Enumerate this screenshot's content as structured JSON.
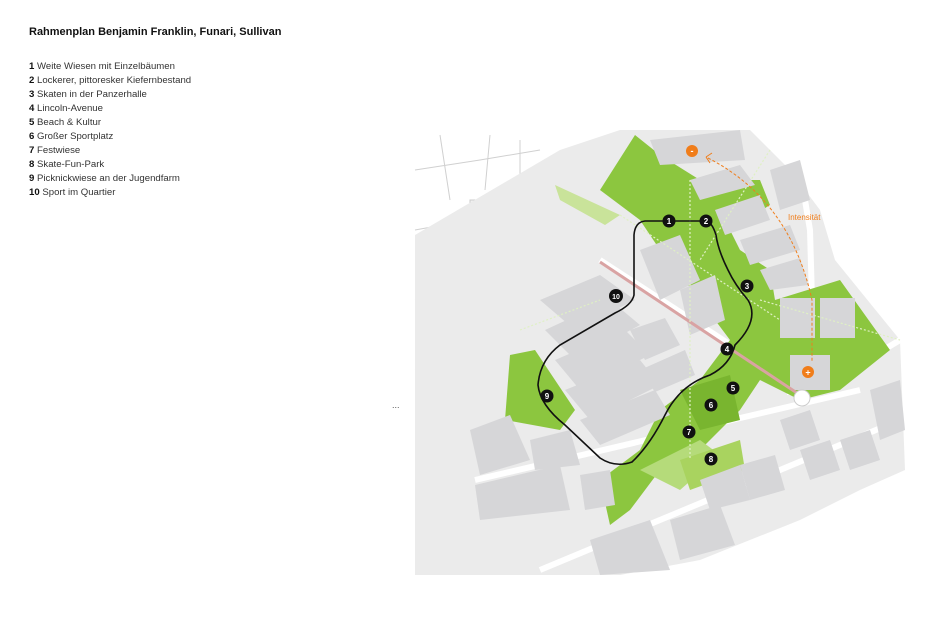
{
  "title": "Rahmenplan Benjamin Franklin, Funari, Sullivan",
  "legend": [
    {
      "num": "1",
      "label": "Weite Wiesen mit Einzelbäumen"
    },
    {
      "num": "2",
      "label": "Lockerer, pittoresker Kiefernbestand"
    },
    {
      "num": "3",
      "label": "Skaten in der Panzerhalle"
    },
    {
      "num": "4",
      "label": "Lincoln-Avenue"
    },
    {
      "num": "5",
      "label": "Beach & Kultur"
    },
    {
      "num": "6",
      "label": "Großer Sportplatz"
    },
    {
      "num": "7",
      "label": "Festwiese"
    },
    {
      "num": "8",
      "label": "Skate-Fun-Park"
    },
    {
      "num": "9",
      "label": "Picknickwiese an der Jugendfarm"
    },
    {
      "num": "10",
      "label": "Sport im Quartier"
    }
  ],
  "ellipsis": "...",
  "map": {
    "intensity_label": "Intensität",
    "minus_label": "-",
    "plus_label": "+",
    "colors": {
      "green": "#8cc63f",
      "light_green": "#b5db7a",
      "dark_green": "#79b52f",
      "building": "#d6d6d8",
      "road": "#ffffff",
      "accent": "#f07d1a",
      "loop": "#111111",
      "avenue": "#d9a3a3"
    }
  }
}
